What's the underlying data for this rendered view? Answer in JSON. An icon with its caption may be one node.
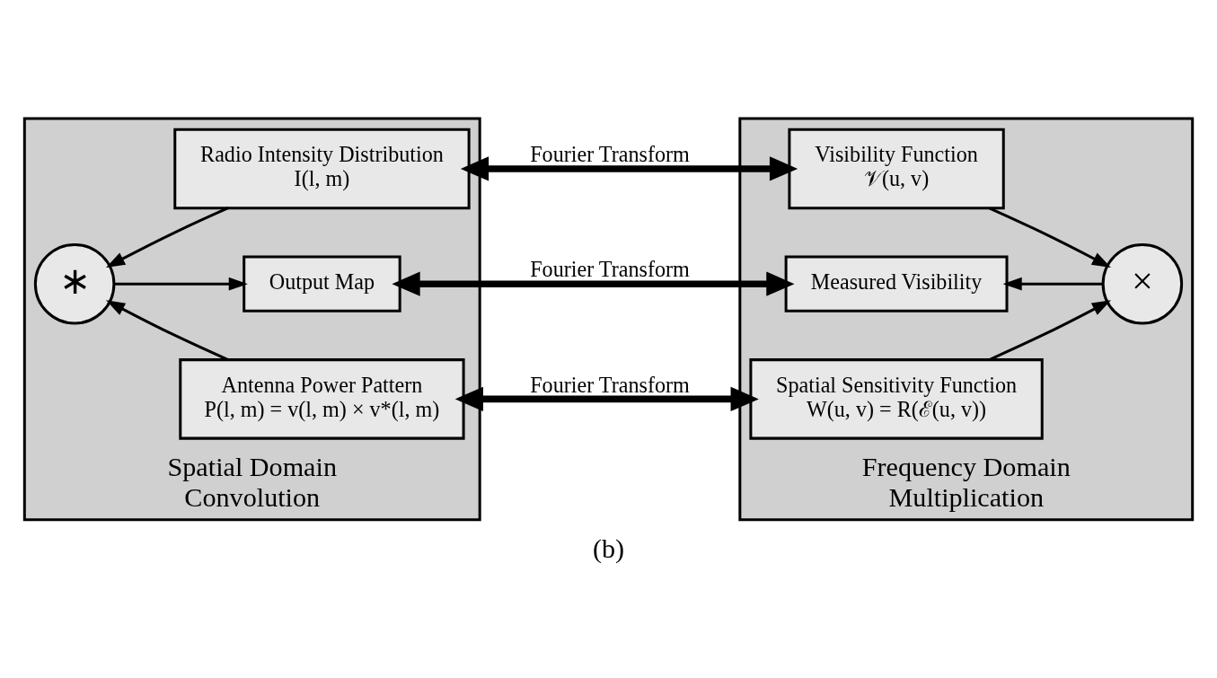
{
  "diagram": {
    "caption": "(b)",
    "nodes": [
      {
        "text": [
          "Spatial Domain",
          "Convolution"
        ]
      },
      {
        "text": [
          "Radio Intensity Distribution",
          "I(l, m)"
        ],
        "in": 0
      },
      {
        "text": [
          "∗"
        ],
        "in": 0
      },
      {
        "text": [
          "Output Map"
        ],
        "in": 0
      },
      {
        "text": [
          "Antenna Power Pattern",
          "P(l, m) = v(l, m) × v*(l, m)"
        ],
        "in": 0
      },
      {
        "text": [
          "Frequency Domain",
          "Multiplication"
        ]
      },
      {
        "text": [
          "Visibility Function",
          "𝒱(u, v)"
        ],
        "in": 5
      },
      {
        "text": [
          "Measured Visibility"
        ],
        "in": 5
      },
      {
        "text": [
          "×"
        ],
        "in": 5
      },
      {
        "text": [
          "Spatial Sensitivity Function",
          "W(u, v) = R(ℰ(u, v))"
        ],
        "in": 5
      }
    ],
    "edges": [
      {
        "from": 1,
        "to": 6,
        "arrow": "both",
        "label": "Fourier Transform",
        "style": "thick"
      },
      {
        "from": 1,
        "to": 2,
        "arrow": "to"
      },
      {
        "from": 6,
        "to": 8,
        "arrow": "to"
      },
      {
        "from": 2,
        "to": 3,
        "arrow": "to"
      },
      {
        "from": 3,
        "to": 7,
        "arrow": "both",
        "label": "Fourier Transform",
        "style": "thick"
      },
      {
        "from": 8,
        "to": 7,
        "arrow": "to"
      },
      {
        "from": 4,
        "to": 2,
        "arrow": "to"
      },
      {
        "from": 9,
        "to": 8,
        "arrow": "to"
      },
      {
        "from": 4,
        "to": 9,
        "arrow": "both",
        "label": "Fourier Transform",
        "style": "thick"
      }
    ]
  }
}
